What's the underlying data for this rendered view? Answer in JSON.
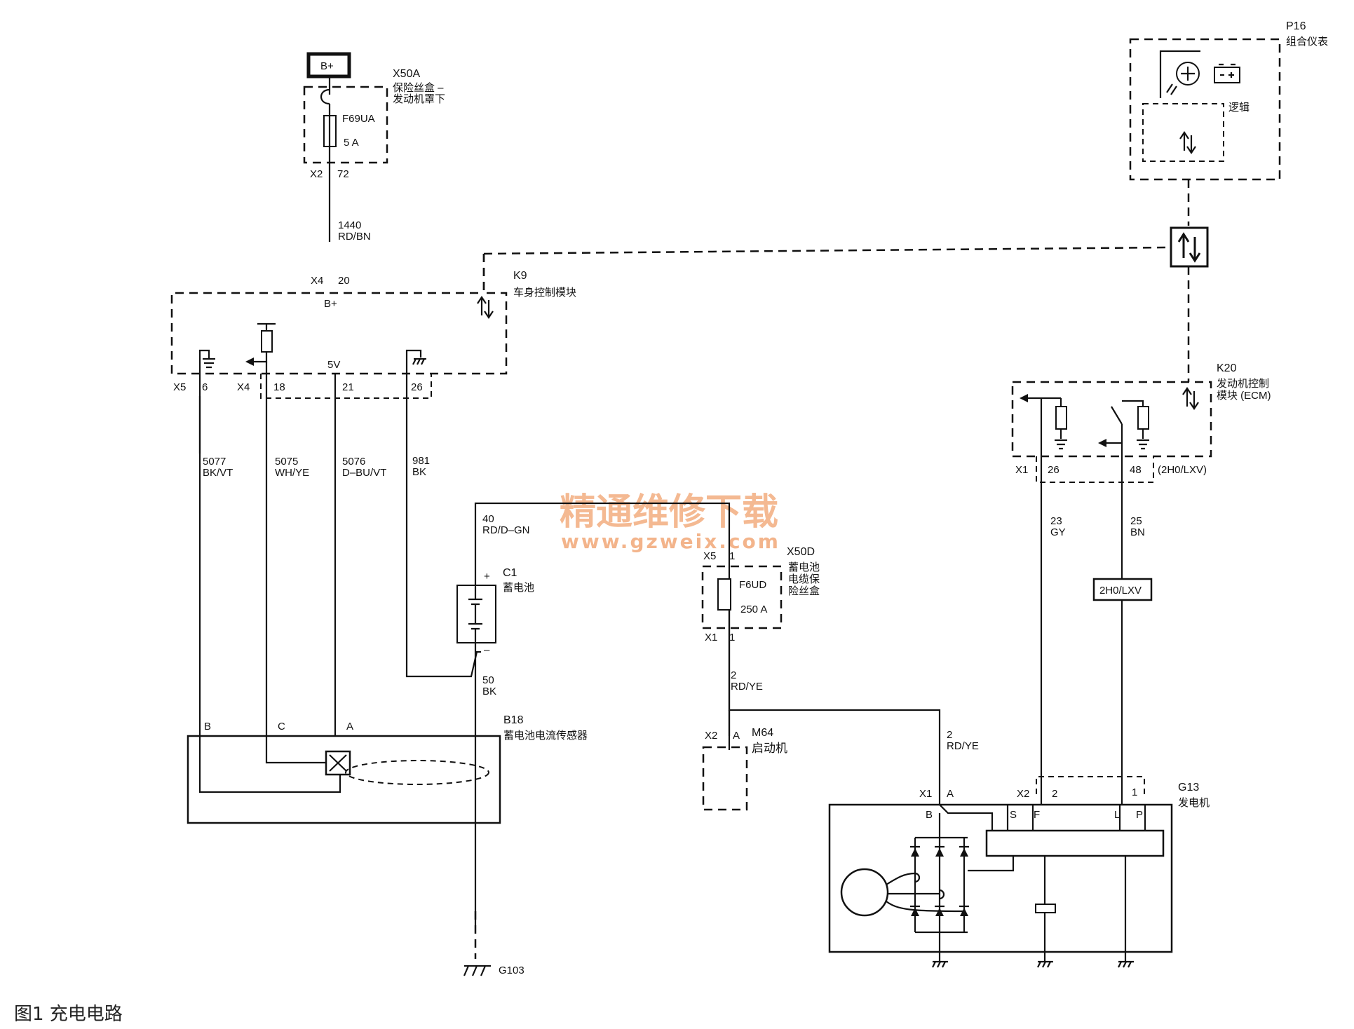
{
  "caption": "图1  充电电路",
  "watermark": {
    "title": "精通维修下载",
    "url": "www.gzweix.com"
  },
  "components": {
    "bplus_box": "B+",
    "x50a": {
      "id": "X50A",
      "name_l1": "保险丝盒 –",
      "name_l2": "发动机罩下",
      "fuse": "F69UA",
      "rating": "5 A",
      "conn": "X2",
      "pin": "72"
    },
    "p16": {
      "id": "P16",
      "name": "组合仪表",
      "logic": "逻辑"
    },
    "k9": {
      "id": "K9",
      "name": "车身控制模块",
      "conn_top": "X4",
      "pin_top": "20",
      "bplus": "B+",
      "five_v": "5V",
      "conn_x5": "X5",
      "pin_6": "6",
      "conn_x4": "X4",
      "pin_18": "18",
      "pin_21": "21",
      "pin_26": "26"
    },
    "k20": {
      "id": "K20",
      "name_l1": "发动机控制",
      "name_l2": "模块 (ECM)",
      "conn": "X1",
      "pin_26": "26",
      "pin_48": "48",
      "option": "(2H0/LXV)"
    },
    "c1": {
      "id": "C1",
      "name": "蓄电池",
      "plus": "+",
      "minus": "–"
    },
    "x50d": {
      "id": "X50D",
      "name_l1": "蓄电池",
      "name_l2": "电缆保",
      "name_l3": "险丝盒",
      "fuse": "F6UD",
      "rating": "250 A",
      "conn_top": "X5",
      "pin_top": "1",
      "conn_bot": "X1",
      "pin_bot": "1"
    },
    "b18": {
      "id": "B18",
      "name": "蓄电池电流传感器",
      "pin_b": "B",
      "pin_c": "C",
      "pin_a": "A"
    },
    "m64": {
      "id": "M64",
      "name": "启动机",
      "conn": "X2",
      "pin": "A"
    },
    "g13": {
      "id": "G13",
      "name": "发电机",
      "conn_x1": "X1",
      "pin_a": "A",
      "conn_x2": "X2",
      "pin_2": "2",
      "pin_1": "1",
      "term_b": "B",
      "term_s": "S",
      "term_f": "F",
      "term_l": "L",
      "term_p": "P"
    },
    "g103": "G103",
    "option_box": "2H0/LXV"
  },
  "wires": {
    "w1440": {
      "num": "1440",
      "color": "RD/BN"
    },
    "w5077": {
      "num": "5077",
      "color": "BK/VT"
    },
    "w5075": {
      "num": "5075",
      "color": "WH/YE"
    },
    "w5076": {
      "num": "5076",
      "color": "D–BU/VT"
    },
    "w981": {
      "num": "981",
      "color": "BK"
    },
    "w40": {
      "num": "40",
      "color": "RD/D–GN"
    },
    "w50": {
      "num": "50",
      "color": "BK"
    },
    "w2a": {
      "num": "2",
      "color": "RD/YE"
    },
    "w2b": {
      "num": "2",
      "color": "RD/YE"
    },
    "w23": {
      "num": "23",
      "color": "GY"
    },
    "w25": {
      "num": "25",
      "color": "BN"
    }
  }
}
